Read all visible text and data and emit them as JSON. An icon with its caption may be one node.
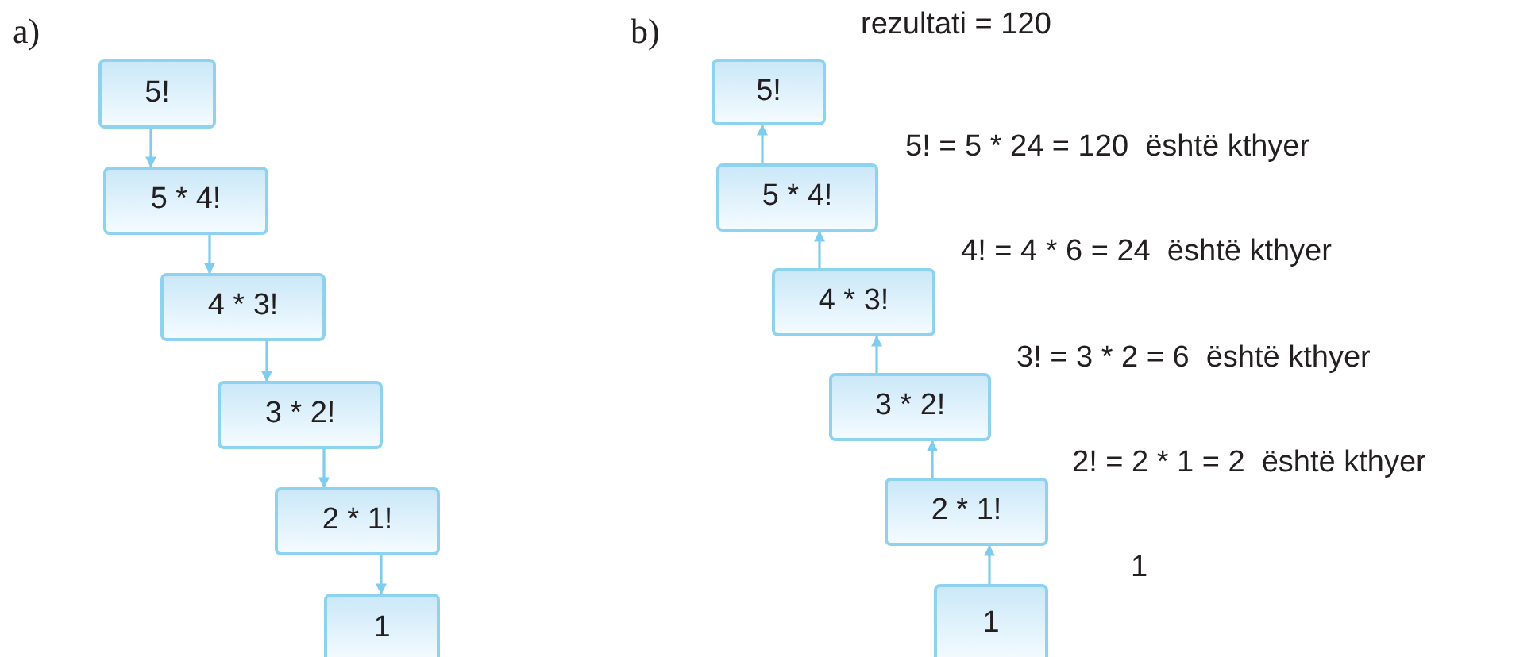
{
  "diagram": {
    "nodes": [
      {
        "text": [
          "5!"
        ]
      },
      {
        "text": [
          "5 * 4!"
        ]
      },
      {
        "text": [
          "4 * 3!"
        ]
      },
      {
        "text": [
          "3 * 2!"
        ]
      },
      {
        "text": [
          "2 * 1!"
        ]
      },
      {
        "text": [
          "1"
        ]
      },
      {
        "text": [
          "5!"
        ]
      },
      {
        "text": [
          "5 * 4!"
        ]
      },
      {
        "text": [
          "4 * 3!"
        ]
      },
      {
        "text": [
          "3 * 2!"
        ]
      },
      {
        "text": [
          "2 * 1!"
        ]
      },
      {
        "text": [
          "1"
        ]
      }
    ],
    "edges": [
      {
        "from": 0,
        "to": 1,
        "arrow": "to"
      },
      {
        "from": 1,
        "to": 2,
        "arrow": "to"
      },
      {
        "from": 2,
        "to": 3,
        "arrow": "to"
      },
      {
        "from": 3,
        "to": 4,
        "arrow": "to"
      },
      {
        "from": 4,
        "to": 5,
        "arrow": "to"
      },
      {
        "from": 7,
        "to": 6,
        "arrow": "to"
      },
      {
        "from": 8,
        "to": 7,
        "arrow": "to"
      },
      {
        "from": 9,
        "to": 8,
        "arrow": "to"
      },
      {
        "from": 10,
        "to": 9,
        "arrow": "to"
      },
      {
        "from": 11,
        "to": 10,
        "arrow": "to"
      }
    ],
    "labels": [
      "a)",
      "b)",
      "rezultati = 120",
      "5! = 5 * 24 = 120  është kthyer",
      "4! = 4 * 6 = 24  është kthyer",
      "3! = 3 * 2 = 6  është kthyer",
      "2! = 2 * 1 = 2  është kthyer",
      "1"
    ]
  }
}
